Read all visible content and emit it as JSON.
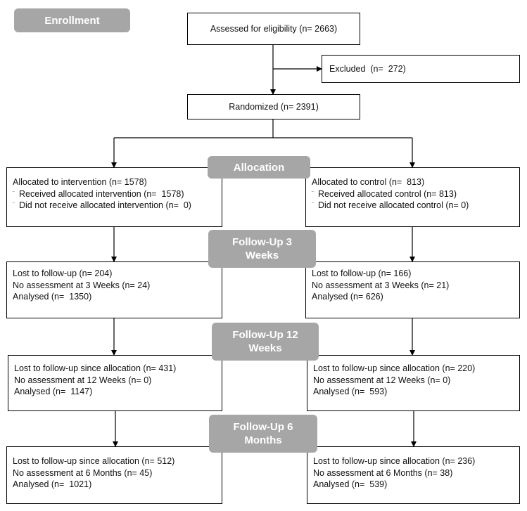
{
  "stages": {
    "enrollment": "Enrollment",
    "allocation": "Allocation",
    "followup3": [
      "Follow-Up 3",
      "Weeks"
    ],
    "followup12": [
      "Follow-Up 12",
      "Weeks"
    ],
    "followup6": [
      "Follow-Up 6",
      "Months"
    ]
  },
  "top": {
    "assessed": "Assessed for eligibility (n= 2663)",
    "excluded": "Excluded  (n=  272)",
    "randomized": "Randomized (n= 2391)"
  },
  "intervention": {
    "allocation": {
      "title": "Allocated to intervention (n= 1578)",
      "bullet_char": "¨",
      "received": "Received allocated intervention (n=  1578)",
      "not_received": "Did not receive allocated intervention (n=  0)"
    },
    "week3": {
      "lost": "Lost to follow-up (n= 204)",
      "no_assessment": "No assessment at 3 Weeks (n= 24)",
      "analysed": "Analysed (n=  1350)"
    },
    "week12": {
      "lost": "Lost to follow-up since allocation (n= 431)",
      "no_assessment": "No assessment at 12 Weeks (n= 0)",
      "analysed": "Analysed (n=  1147)"
    },
    "month6": {
      "lost": "Lost to follow-up since allocation (n= 512)",
      "no_assessment": "No assessment at 6 Months (n= 45)",
      "analysed": "Analysed (n=  1021)"
    }
  },
  "control": {
    "allocation": {
      "title": "Allocated to control (n=  813)",
      "bullet_char": "¨",
      "received": "Received allocated control (n= 813)",
      "not_received": "Did not receive allocated control (n= 0)"
    },
    "week3": {
      "lost": "Lost to follow-up (n= 166)",
      "no_assessment": "No assessment at 3 Weeks (n= 21)",
      "analysed": "Analysed (n= 626)"
    },
    "week12": {
      "lost": "Lost to follow-up since allocation (n= 220)",
      "no_assessment": "No assessment at 12 Weeks (n= 0)",
      "analysed": "Analysed (n=  593)"
    },
    "month6": {
      "lost": "Lost to follow-up since allocation (n= 236)",
      "no_assessment": "No assessment at 6 Months (n= 38)",
      "analysed": "Analysed (n=  539)"
    }
  },
  "colors": {
    "stage_fill": "#a6a6a6",
    "stage_text": "#ffffff",
    "line": "#000000"
  }
}
